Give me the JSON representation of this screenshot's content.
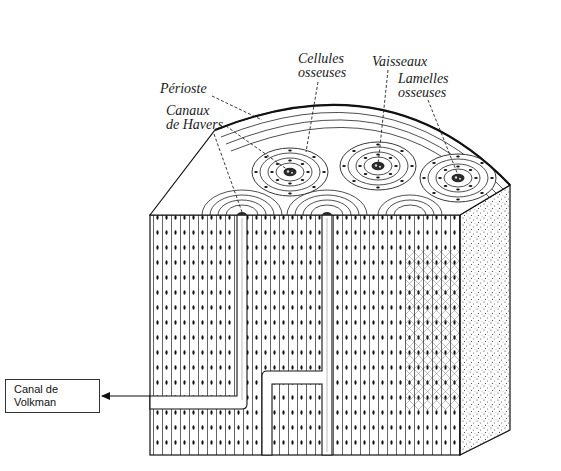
{
  "diagram": {
    "nodes": [
      {
        "text": [
          "Canal de Volkman"
        ]
      }
    ],
    "labels": [
      "Cellules osseuses",
      "Vaisseaux",
      "Lamelles osseuses",
      "Périoste",
      "Canaux de Havers"
    ]
  }
}
